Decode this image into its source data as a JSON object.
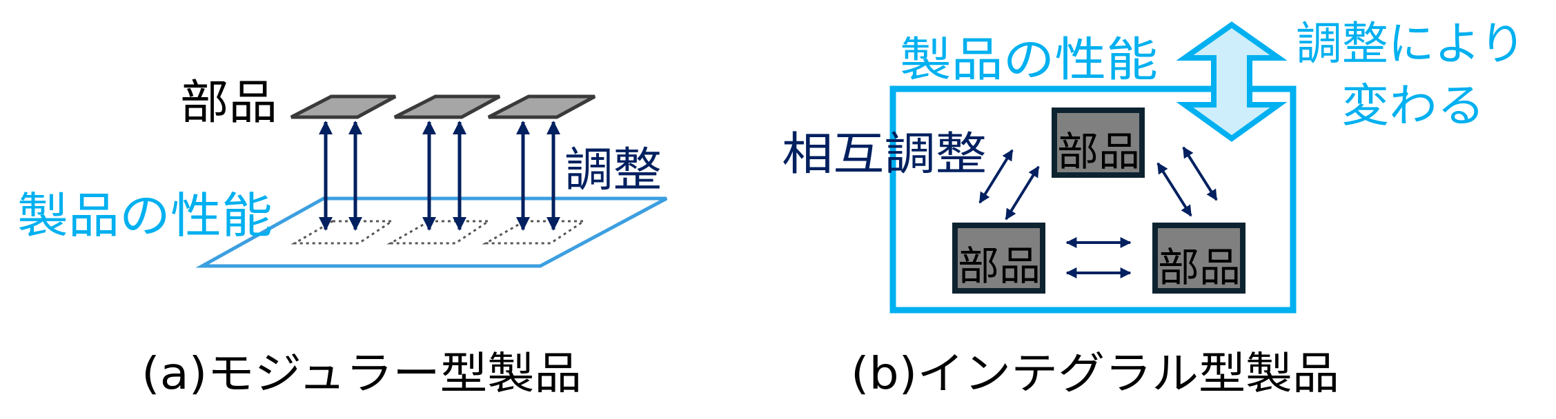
{
  "colors": {
    "cyan": "#00b0f0",
    "navy": "#002060",
    "part_gray": "#808080",
    "part_border": "#0d2330",
    "light_cyan": "#cdeefa"
  },
  "modular": {
    "parts_label": "部品",
    "adjust_label": "調整",
    "performance_label": "製品の性能",
    "caption": "(a)モジュラー型製品"
  },
  "integral": {
    "performance_label": "製品の性能",
    "varies_line1": "調整により",
    "varies_line2": "変わる",
    "mutual_adjust_label": "相互調整",
    "parts": [
      "部品",
      "部品",
      "部品"
    ],
    "caption": "(b)インテグラル型製品"
  }
}
